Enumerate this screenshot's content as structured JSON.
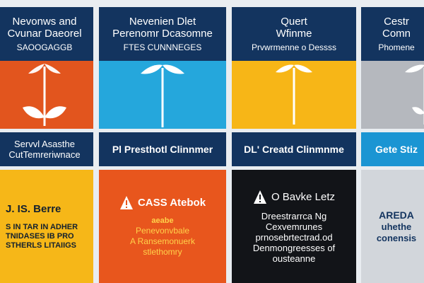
{
  "columns": [
    {
      "header": [
        "Nevonws and",
        "Cvunar Daeorel",
        "SAOOGAGGB"
      ],
      "band": [
        "Servvl Asasthe",
        "CutTemreriwnace"
      ],
      "card": {
        "title": "J. IS. Berre",
        "lines": [
          "S IN TAR IN ADHER",
          "TNIDASES IB PRO",
          "STHERLS LITAIIGS"
        ]
      },
      "hero_color": "#e2551e",
      "card_color": "#f6b718"
    },
    {
      "header": [
        "Nevenien Dlet",
        "Perenomr Dcasomne",
        "FTES CUNNNEGES"
      ],
      "band": [
        "Pl Presthotl Clinnmer"
      ],
      "card": {
        "title": "CASS Atebok",
        "lines": [
          "aeabe",
          "Penevonvbale",
          "A Ransemonuerk",
          "stlethomry"
        ]
      },
      "hero_color": "#25a7dc",
      "card_color": "#e8561d"
    },
    {
      "header": [
        "Quert",
        "Wfinme",
        "Prvwrmenne o Dessss"
      ],
      "band": [
        "DL' Creatd Clinmnme"
      ],
      "card": {
        "title": "O Bavke Letz",
        "lines": [
          "Dreestrarrca Ng",
          "Cexvemrunes",
          "prnosebrtectrad.od",
          "Denmongreesses of",
          "ousteanne"
        ]
      },
      "hero_color": "#f7b617",
      "card_color": "#121418"
    },
    {
      "header": [
        "Cestr",
        "Comn",
        "Phomene"
      ],
      "band": [
        "Gete Stiz"
      ],
      "card": {
        "title": "AREDA",
        "lines": [
          "uhethe",
          "conensis"
        ]
      },
      "hero_color": "#b5b8be",
      "card_color": "#d2d6db"
    }
  ],
  "colors": {
    "header_bg": "#13345f",
    "band_accent": "#1b95d3",
    "background": "#e9edf1"
  },
  "icons": {
    "hero": "plant-sprout-icon",
    "card": "alert-triangle-icon"
  }
}
